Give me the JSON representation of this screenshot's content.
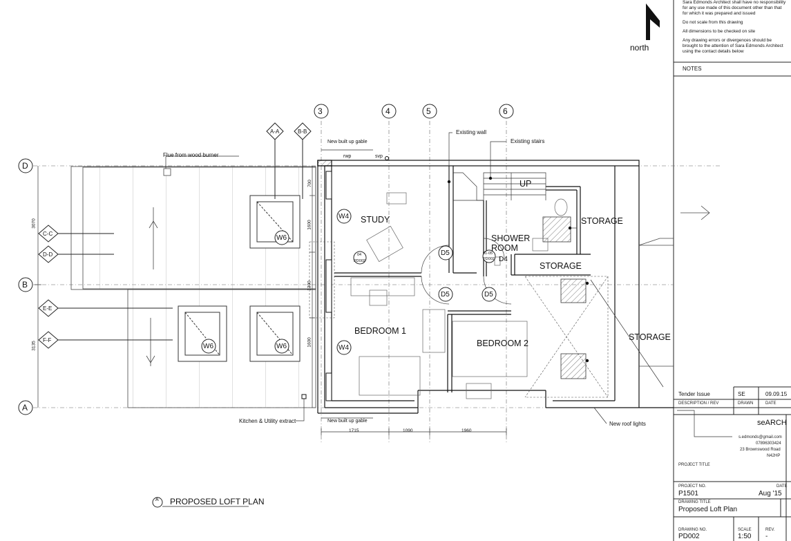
{
  "north_label": "north",
  "notes": [
    "Sara Edmonds Architect shall have no responsibility for any use made of this document other than that for which it was prepared and issued",
    "Do not scale from this drawing",
    "All dimensions to be checked on site",
    "Any drawing errors or divergences should be brought to the attention of Sara Edmonds Architect using the contact details below"
  ],
  "notes_heading": "NOTES",
  "grid": {
    "columns": [
      "3",
      "4",
      "5",
      "6"
    ],
    "rows": [
      "D",
      "B",
      "A"
    ]
  },
  "section_markers": [
    "A-A",
    "B-B",
    "C-C",
    "D-D",
    "E-E",
    "F-F"
  ],
  "rooms": {
    "study": "STUDY",
    "shower_room_1": "SHOWER",
    "shower_room_2": "ROOM",
    "bedroom1": "BEDROOM 1",
    "bedroom2": "BEDROOM 2",
    "storage_a": "STORAGE",
    "storage_b": "STORAGE",
    "storage_c": "STORAGE",
    "up": "UP"
  },
  "tags": {
    "w4a": "W4",
    "w4b": "W4",
    "w6a": "W6",
    "w6b": "W6",
    "w6c": "W6",
    "d5a": "D5",
    "d5b": "D5",
    "d5c": "D5",
    "d4": "D4",
    "ref1_top": "04",
    "ref1_bot": "PD002",
    "ref2_top": "01-05",
    "ref2_bot": "PD002"
  },
  "annotations": {
    "flue": "Flue from wood burner",
    "gable_top": "New built up gable",
    "gable_bottom": "New built up gable",
    "rwp": "rwp",
    "svp": "svp",
    "existing_wall": "Existing wall",
    "existing_stairs": "Existing stairs",
    "kitchen": "Kitchen & Utility extract",
    "roof_lights": "New roof lights"
  },
  "dimensions": {
    "vertical_left": [
      "3070",
      "3135"
    ],
    "vertical_inner": [
      "700",
      "1600",
      "1300",
      "1600"
    ],
    "horizontal": [
      "1715",
      "1090",
      "1960"
    ]
  },
  "plan_title_marker": "A",
  "plan_title": "PROPOSED LOFT PLAN",
  "title_block": {
    "issue": "Tender Issue",
    "drawn_by": "SE",
    "issue_date": "09.09.15",
    "desc_label": "DESCRIPTION / REV",
    "drawn_label": "DRAWN",
    "date_label": "DATE",
    "firm": "seARCH",
    "email": "s.edmonds@gmail.com",
    "phone": "07896303424",
    "address1": "23 Brownswood Road",
    "address2": "N42HP",
    "project_title_label": "PROJECT TITLE",
    "project_no_label": "PROJECT NO.",
    "project_no": "P1501",
    "date_label2": "DATE",
    "date": "Aug '15",
    "drawing_title_label": "DRAWING TITLE",
    "drawing_title": "Proposed Loft Plan",
    "drawing_no_label": "DRAWING NO.",
    "drawing_no": "PD002",
    "scale_label": "SCALE",
    "scale": "1:50",
    "rev_label": "REV.",
    "rev": "-"
  }
}
